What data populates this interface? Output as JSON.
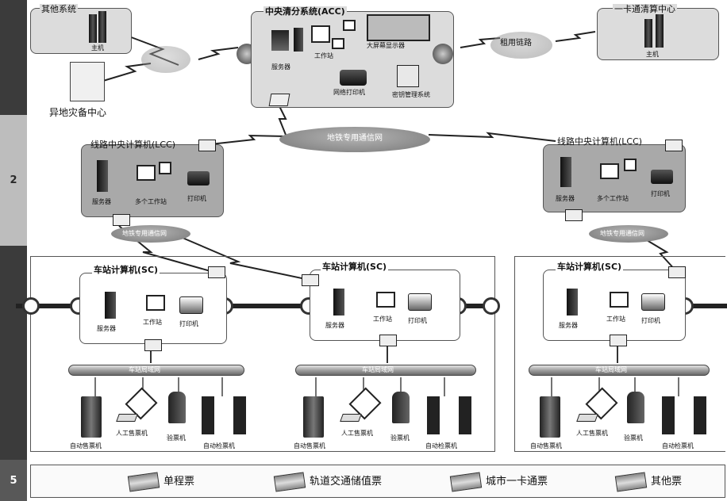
{
  "levels": [
    "2",
    "5"
  ],
  "top": {
    "other_system": {
      "title": "其他系统",
      "host": "主机"
    },
    "acc": {
      "title": "中央清分系统(ACC)",
      "server": "服务器",
      "workstation": "工作站",
      "bigscreen": "大屏幕显示器",
      "printer": "网络打印机",
      "key_mgmt": "密钥管理系统"
    },
    "leased_line": "租用链路",
    "card_center": {
      "title": "一卡通清算中心",
      "host": "主机"
    },
    "backup": "异地灾备中心"
  },
  "metro_net": "地铁专用通信网",
  "lcc": {
    "title": "线路中央计算机(LCC)",
    "server": "服务器",
    "workstations": "多个工作站",
    "printer": "打印机"
  },
  "metro_net_small": "地铁专用通信网",
  "sc": {
    "title": "车站计算机(SC)",
    "server": "服务器",
    "workstation": "工作站",
    "printer": "打印机",
    "lan": "车站局域网",
    "tvm": "自动售票机",
    "bom": "人工售票机",
    "checker": "验票机",
    "gate": "自动检票机"
  },
  "tickets": [
    "单程票",
    "轨道交通储值票",
    "城市一卡通票",
    "其他票"
  ],
  "colors": {
    "level_dark": "#3a3a3a",
    "level_mid": "#555555",
    "panel": "#dcdcdc",
    "cloud": "#9a9a9a"
  }
}
